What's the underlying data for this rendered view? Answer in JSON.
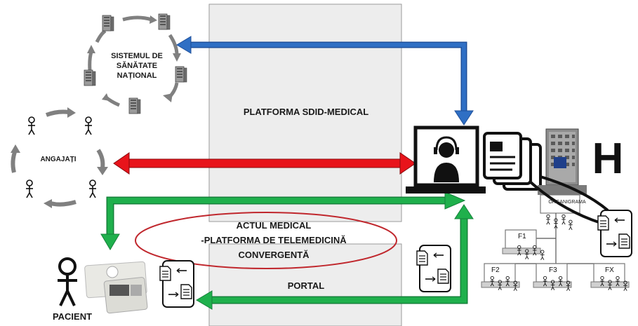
{
  "labels": {
    "sistem": [
      "SISTEMUL DE",
      "SĂNĂTATE",
      "NAȚIONAL"
    ],
    "angajati": "ANGAJAȚI",
    "platforma": "PLATFORMA SDID-MEDICAL",
    "actul": [
      "ACTUL MEDICAL",
      "-PLATFORMA DE TELEMEDICINĂ",
      "CONVERGENTĂ"
    ],
    "portal": "PORTAL",
    "pacient": "PACIENT",
    "hospital_letter": "H",
    "organigrama": "ORGANIGRAMA",
    "f1": "F1",
    "f2": "F2",
    "f3": "F3",
    "fx": "FX"
  },
  "colors": {
    "blue_arrow": "#2f6fc4",
    "red_arrow": "#e8141b",
    "green_arrow": "#1fb04c",
    "gray_arrow": "#808080",
    "panel": "#ededed",
    "ellipse": "#c0272d"
  },
  "icons": {
    "servers": "server-icon",
    "employee": "stick-figure-icon",
    "operator": "headset-operator-icon",
    "documents": "documents-icon",
    "exchange": "phone-document-exchange-icon",
    "patient_card": "id-card-icon",
    "building": "hospital-building-icon"
  }
}
